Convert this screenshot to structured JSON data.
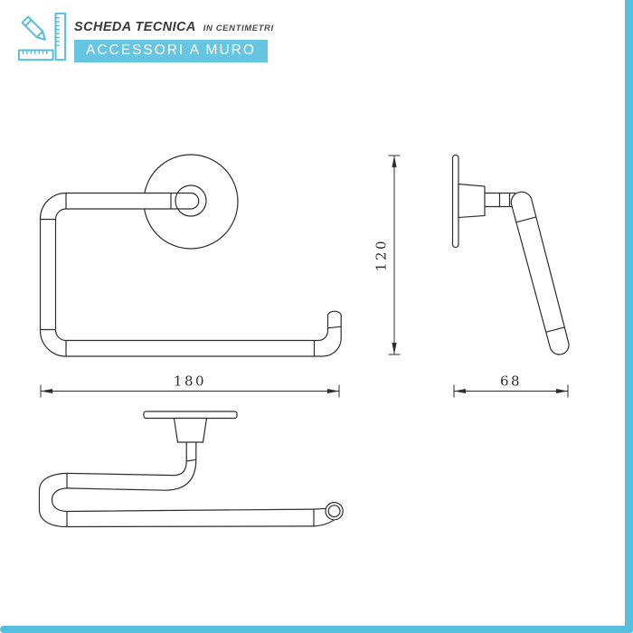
{
  "header": {
    "title": "SCHEDA TECNICA",
    "subtitle": "IN CENTIMETRI",
    "badge": "ACCESSORI A MURO"
  },
  "colors": {
    "accent": "#56c0dc",
    "badge_bg": "#66c5e0",
    "badge_text": "#ffffff",
    "line": "#2d2d2d"
  },
  "drawing": {
    "front_view": {
      "width_label": "180"
    },
    "side_view": {
      "height_label": "120",
      "depth_label": "68"
    }
  }
}
